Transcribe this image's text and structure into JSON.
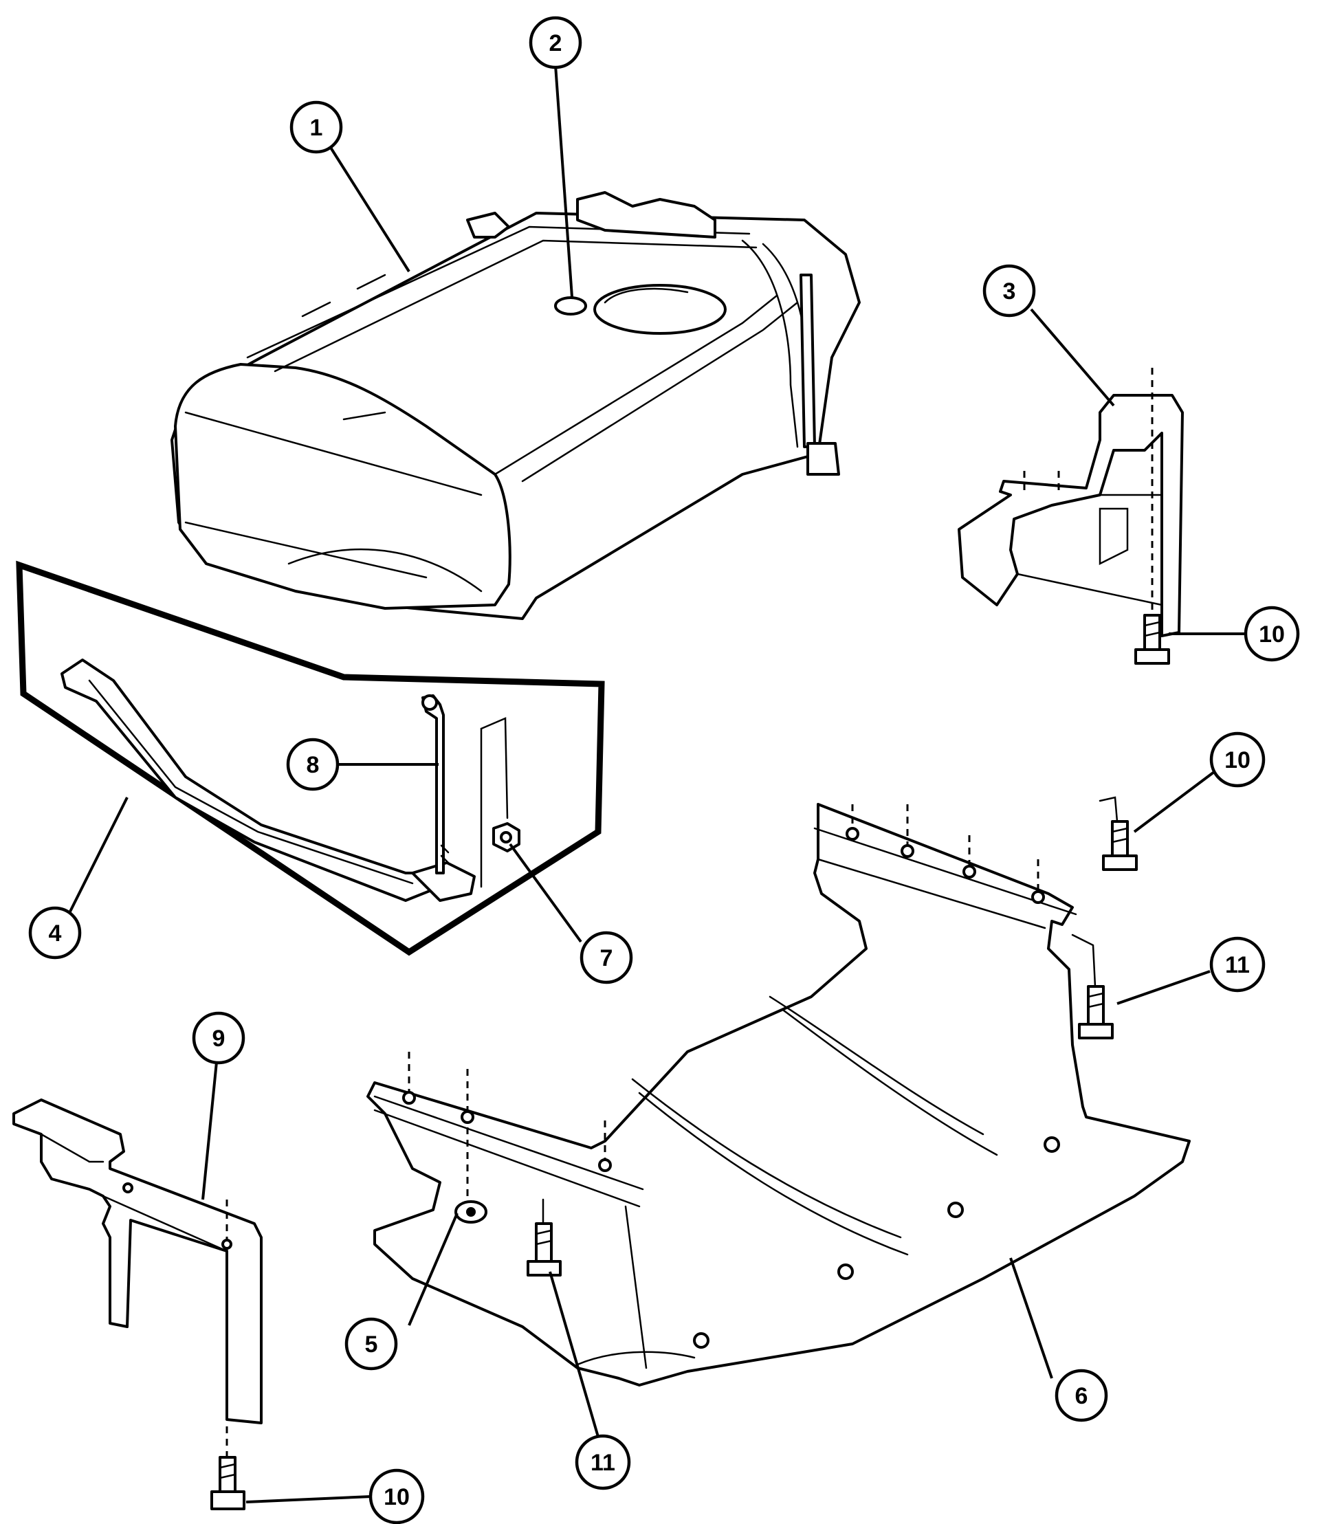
{
  "callouts": [
    {
      "label": "1"
    },
    {
      "label": "2"
    },
    {
      "label": "3"
    },
    {
      "label": "4"
    },
    {
      "label": "5"
    },
    {
      "label": "6"
    },
    {
      "label": "7"
    },
    {
      "label": "8"
    },
    {
      "label": "9"
    },
    {
      "label": "10"
    },
    {
      "label": "10"
    },
    {
      "label": "10"
    },
    {
      "label": "11"
    },
    {
      "label": "11"
    }
  ]
}
